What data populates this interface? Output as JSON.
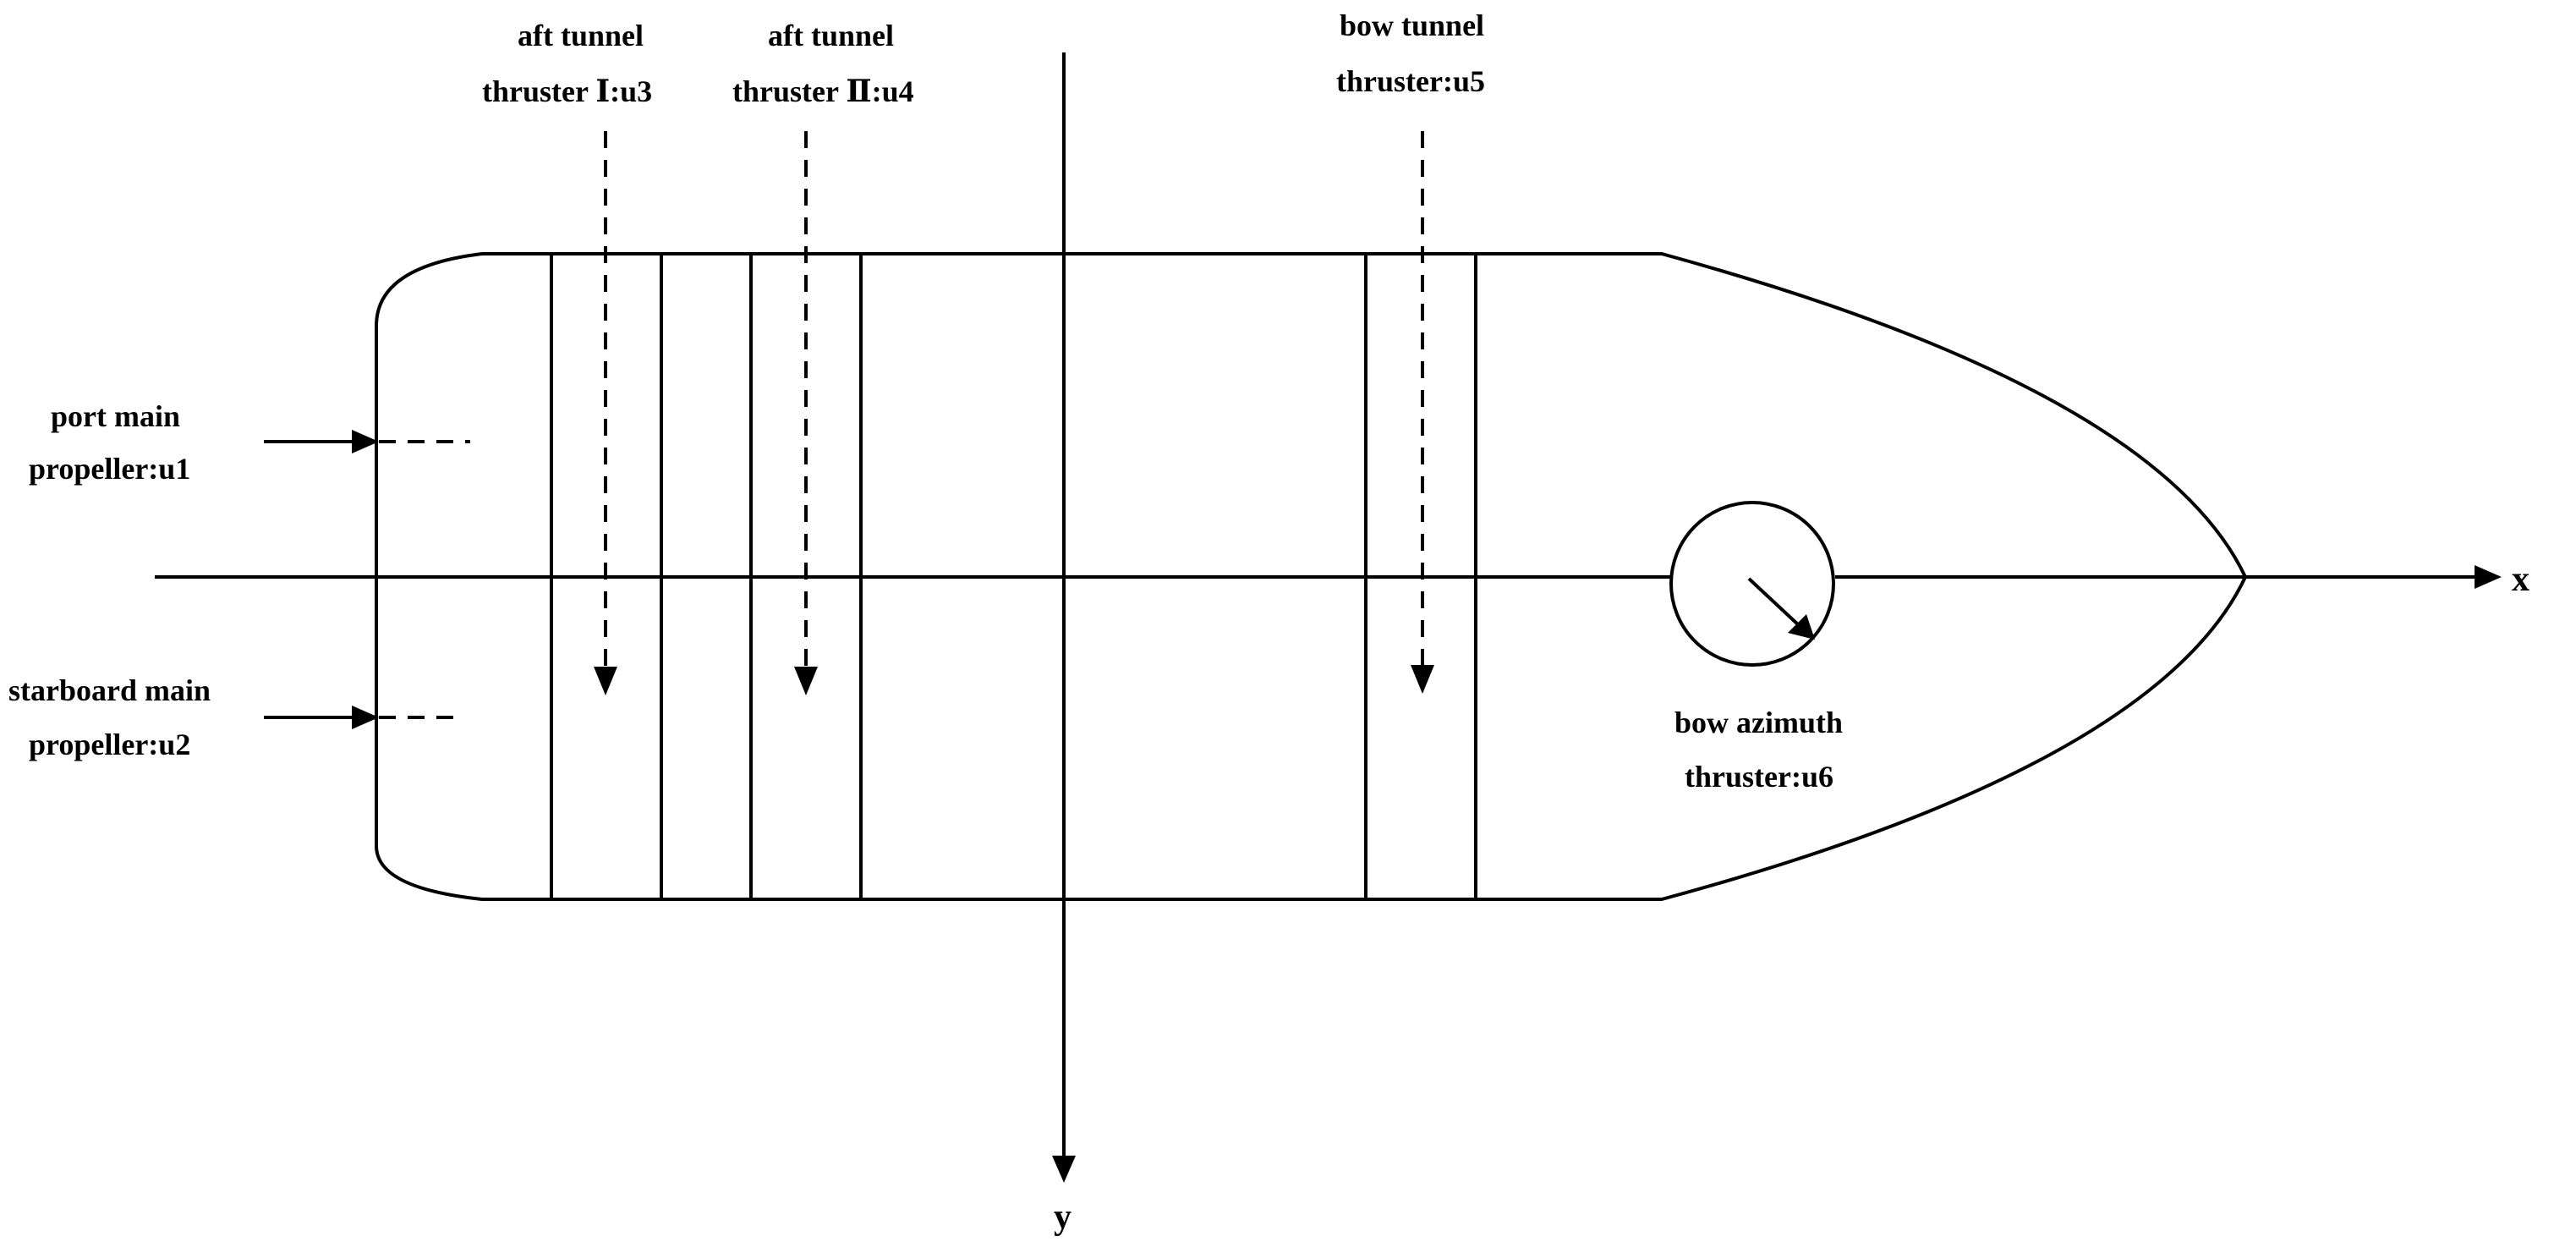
{
  "axes": {
    "x_label": "x",
    "y_label": "y"
  },
  "labels": {
    "port_main": {
      "line1": "port main",
      "line2": "propeller:u1"
    },
    "starboard_main": {
      "line1": "starboard main",
      "line2": "propeller:u2"
    },
    "aft_tunnel_1": {
      "line1": "aft tunnel",
      "line2": "thruster Ⅰ:u3"
    },
    "aft_tunnel_2": {
      "line1": "aft tunnel",
      "line2": "thruster Ⅱ:u4"
    },
    "bow_tunnel": {
      "line1": "bow tunnel",
      "line2": "thruster:u5"
    },
    "bow_azimuth": {
      "line1": "bow azimuth",
      "line2": "thruster:u6"
    }
  }
}
